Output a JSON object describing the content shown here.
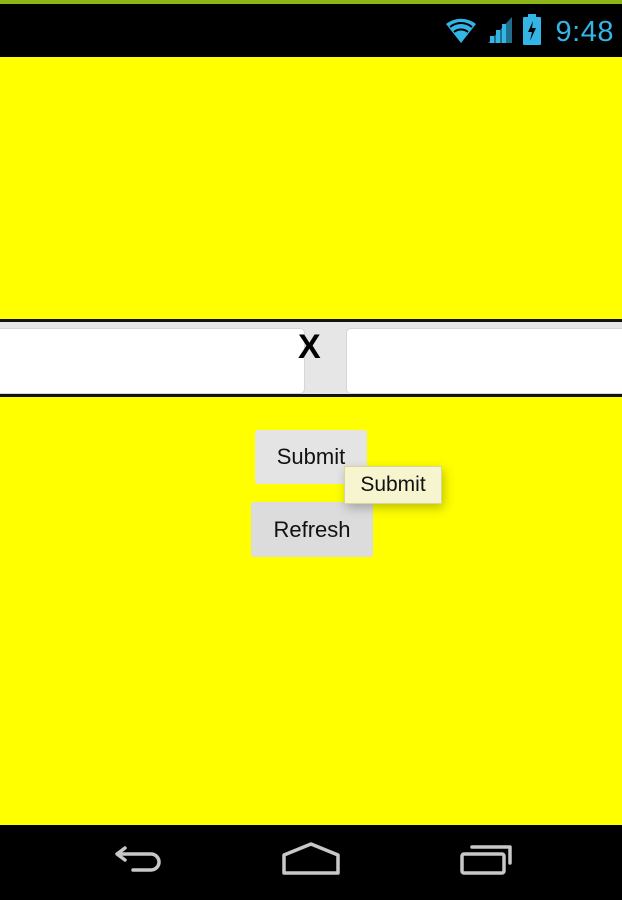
{
  "status_bar": {
    "time": "9:48",
    "icons": [
      "wifi-icon",
      "cell-signal-icon",
      "battery-charging-icon"
    ],
    "accent_color": "#33b5e5"
  },
  "app": {
    "background_color": "#ffff00",
    "input_row": {
      "left_field": {
        "value": "",
        "placeholder": ""
      },
      "separator_label": "X",
      "right_field": {
        "value": "",
        "placeholder": ""
      }
    },
    "buttons": {
      "submit_label": "Submit",
      "refresh_label": "Refresh"
    },
    "tooltip": {
      "text": "Submit"
    }
  },
  "nav_bar": {
    "buttons": [
      "back",
      "home",
      "recent-apps"
    ]
  }
}
